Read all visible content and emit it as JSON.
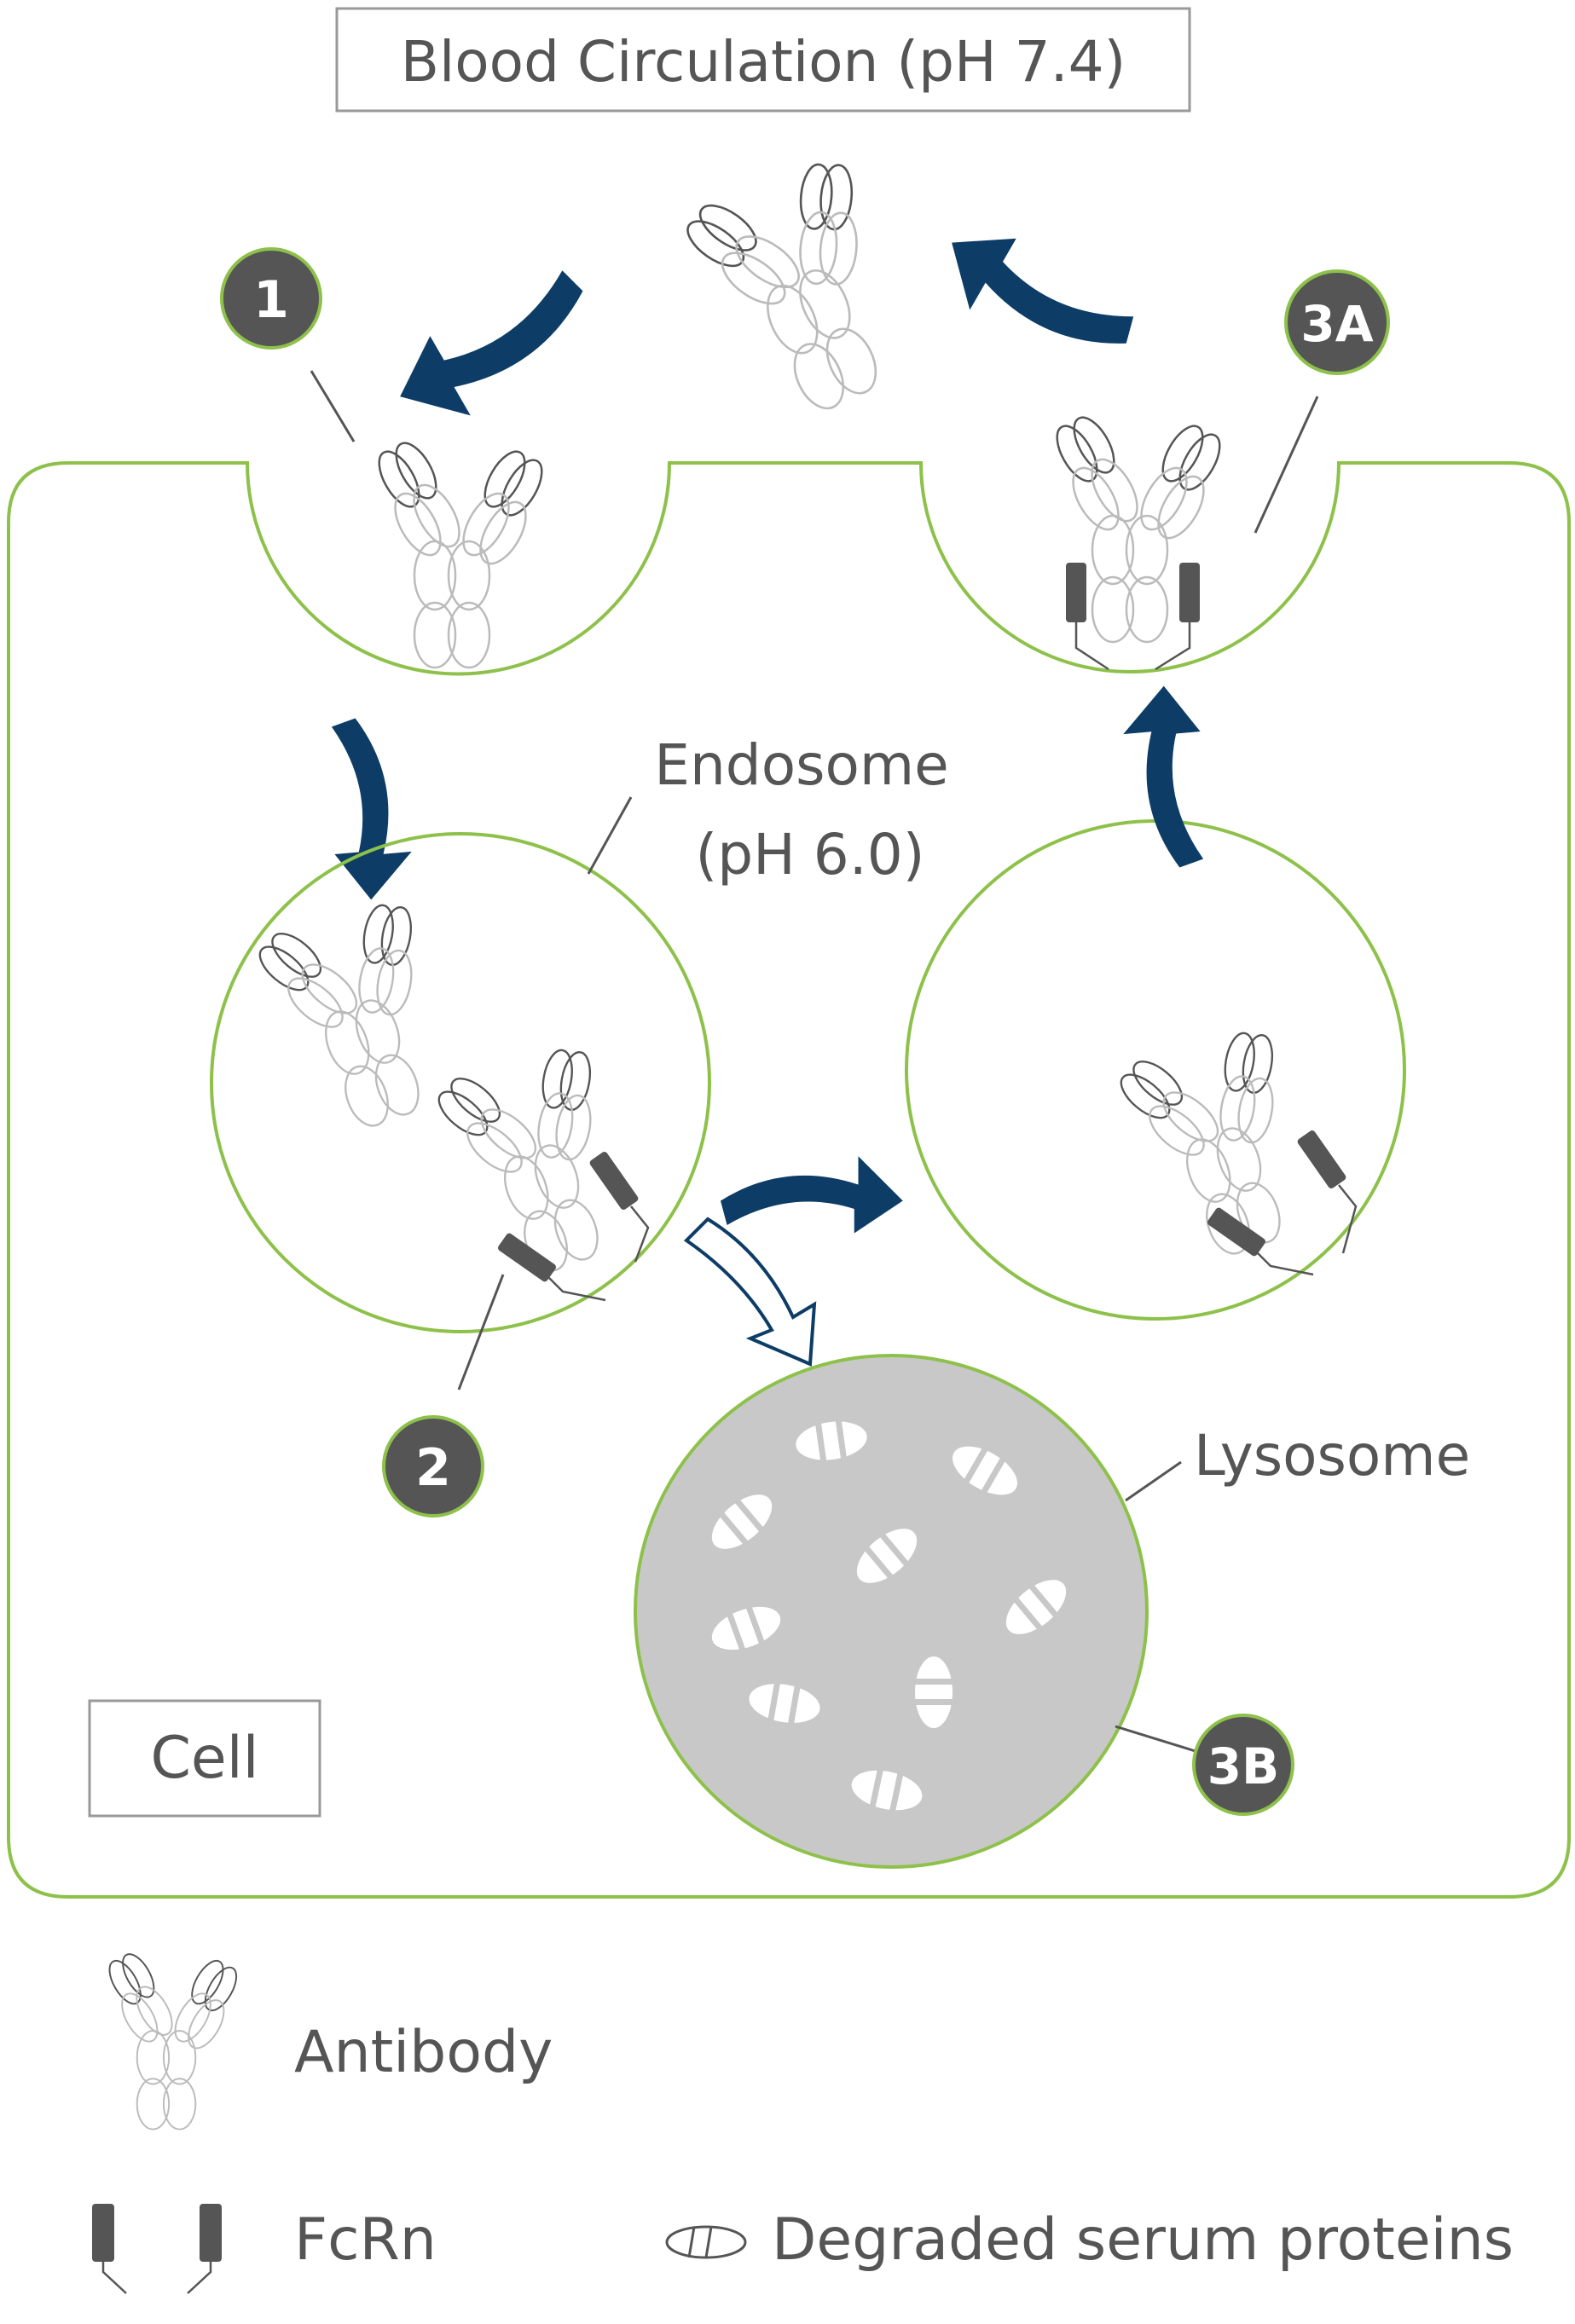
{
  "title": "Blood Circulation (pH 7.4)",
  "cell_label": "Cell",
  "endosome_label_line1": "Endosome",
  "endosome_label_line2": "(pH 6.0)",
  "lysosome_label": "Lysosome",
  "badges": {
    "step1": "1",
    "step2": "2",
    "step3a": "3A",
    "step3b": "3B"
  },
  "legend": {
    "antibody": "Antibody",
    "fcrn": "FcRn",
    "degraded": "Degraded serum proteins"
  },
  "colors": {
    "membrane": "#8dc14a",
    "arrow": "#0d3d66",
    "badge": "#555555",
    "lysosome_fill": "#c8c8c8"
  }
}
